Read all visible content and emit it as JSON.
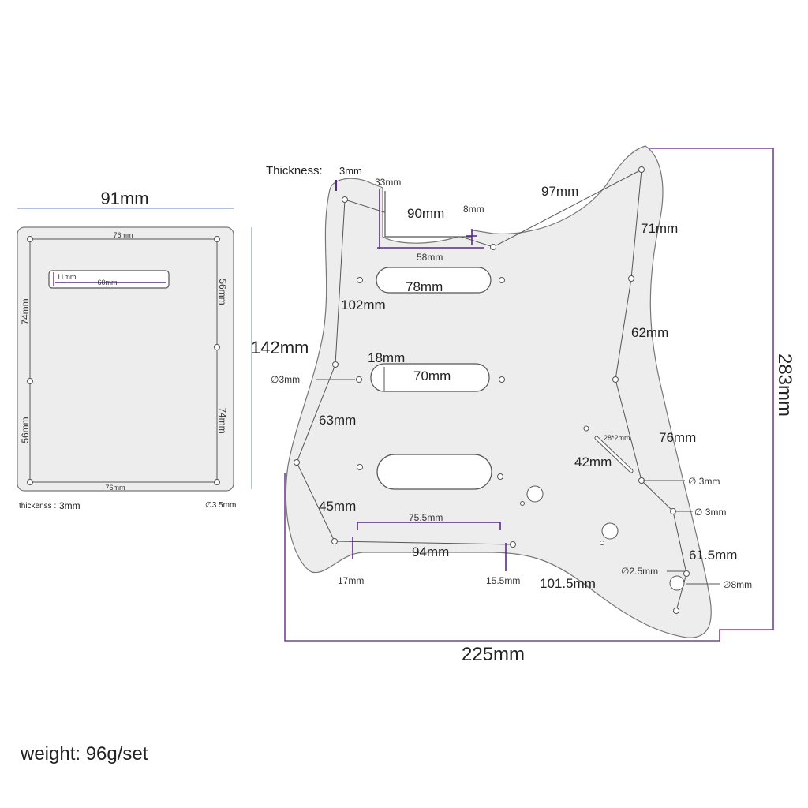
{
  "back_plate": {
    "width_label": "91mm",
    "height_label": "142mm",
    "top_hole_spacing": "76mm",
    "bottom_hole_spacing": "76mm",
    "left_upper": "74mm",
    "left_lower": "56mm",
    "right_upper": "56mm",
    "right_lower": "74mm",
    "slot_height": "11mm",
    "slot_width": "60mm",
    "thickness_label": "thickenss :",
    "thickness_value": "3mm",
    "hole_diameter": "∅3.5mm"
  },
  "pickguard": {
    "thickness_label": "Thickness:",
    "thickness_value": "3mm",
    "top_33": "33mm",
    "dim_90": "90mm",
    "dim_8": "8mm",
    "dim_97": "97mm",
    "dim_58": "58mm",
    "dim_71": "71mm",
    "slot_78": "78mm",
    "dim_102": "102mm",
    "dim_62": "62mm",
    "dim_18": "18mm",
    "slot_70": "70mm",
    "hole_3_left": "∅3mm",
    "dim_63": "63mm",
    "dim_28x2": "28*2mm",
    "dim_76": "76mm",
    "dim_42": "42mm",
    "hole_3_a": "∅ 3mm",
    "hole_3_b": "∅ 3mm",
    "dim_45": "45mm",
    "dim_75_5": "75.5mm",
    "dim_94": "94mm",
    "dim_61_5": "61.5mm",
    "hole_2_5": "∅2.5mm",
    "hole_8": "∅8mm",
    "dim_17": "17mm",
    "dim_15_5": "15.5mm",
    "dim_101_5": "101.5mm",
    "height_283": "283mm",
    "width_225": "225mm"
  },
  "weight": "weight: 96g/set"
}
